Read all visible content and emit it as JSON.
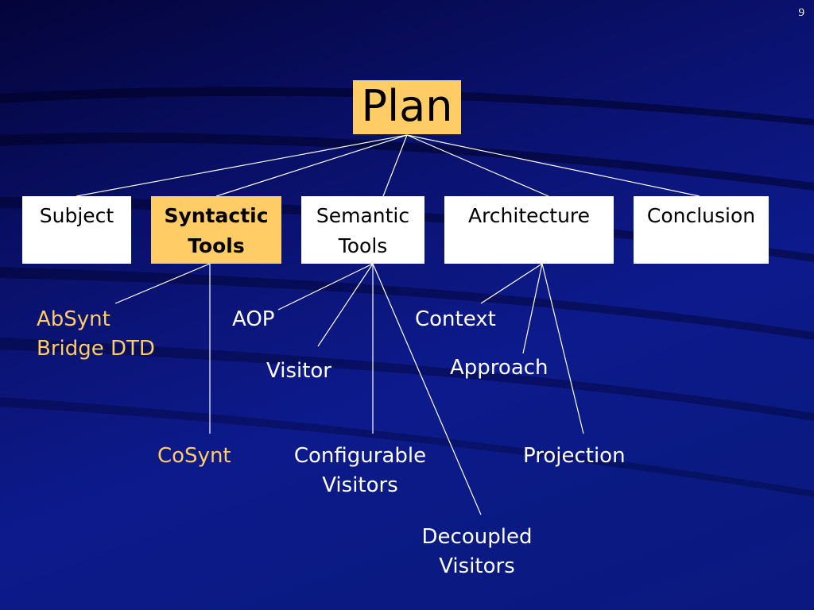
{
  "page_number": "9",
  "title": "Plan",
  "topics": [
    {
      "label_1": "Subject",
      "label_2": ""
    },
    {
      "label_1": "Syntactic",
      "label_2": "Tools"
    },
    {
      "label_1": "Semantic",
      "label_2": "Tools"
    },
    {
      "label_1": "Architecture",
      "label_2": ""
    },
    {
      "label_1": "Conclusion",
      "label_2": ""
    }
  ],
  "syntactic_children": {
    "absynt": "AbSynt",
    "bridge_dtd": "Bridge DTD",
    "cosynt": "CoSynt"
  },
  "semantic_children": {
    "aop": "AOP",
    "visitor": "Visitor",
    "configurable_1": "Configurable",
    "configurable_2": "Visitors",
    "decoupled_1": "Decoupled",
    "decoupled_2": "Visitors"
  },
  "architecture_children": {
    "context": "Context",
    "approach": "Approach",
    "projection": "Projection"
  },
  "colors": {
    "background": "#0a1470",
    "highlight": "#ffcc66",
    "box": "#ffffff",
    "text_light": "#ffffff",
    "text_dark": "#000000"
  }
}
